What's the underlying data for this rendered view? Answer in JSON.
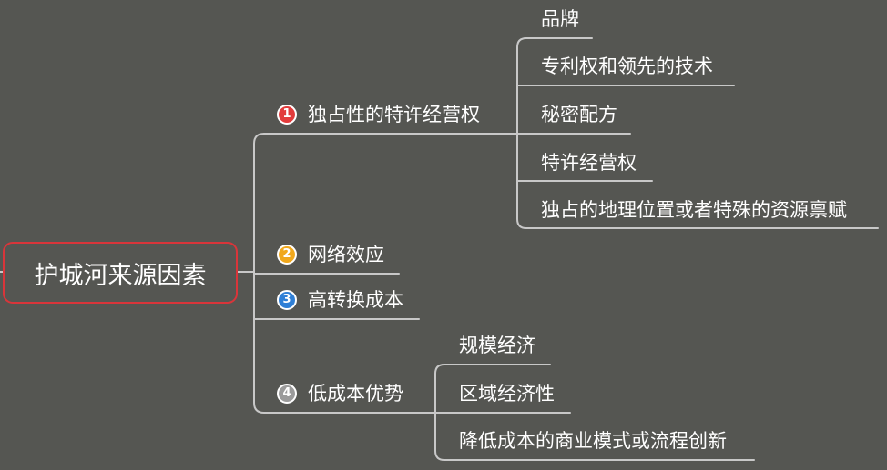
{
  "colors": {
    "background": "#555652",
    "root_border": "#d9353a",
    "connector": "#c8c8c8",
    "text": "#ffffff"
  },
  "root": {
    "label": "护城河来源因素"
  },
  "branches": [
    {
      "number": "1",
      "badge_color": "#e23b3b",
      "label": "独占性的特许经营权",
      "children": [
        "品牌",
        "专利权和领先的技术",
        "秘密配方",
        "特许经营权",
        "独占的地理位置或者特殊的资源禀赋"
      ]
    },
    {
      "number": "2",
      "badge_color": "#f0a81c",
      "label": "网络效应",
      "children": []
    },
    {
      "number": "3",
      "badge_color": "#2f7fd6",
      "label": "高转换成本",
      "children": []
    },
    {
      "number": "4",
      "badge_color": "#9b9b9b",
      "label": "低成本优势",
      "children": [
        "规模经济",
        "区域经济性",
        "降低成本的商业模式或流程创新"
      ]
    }
  ]
}
